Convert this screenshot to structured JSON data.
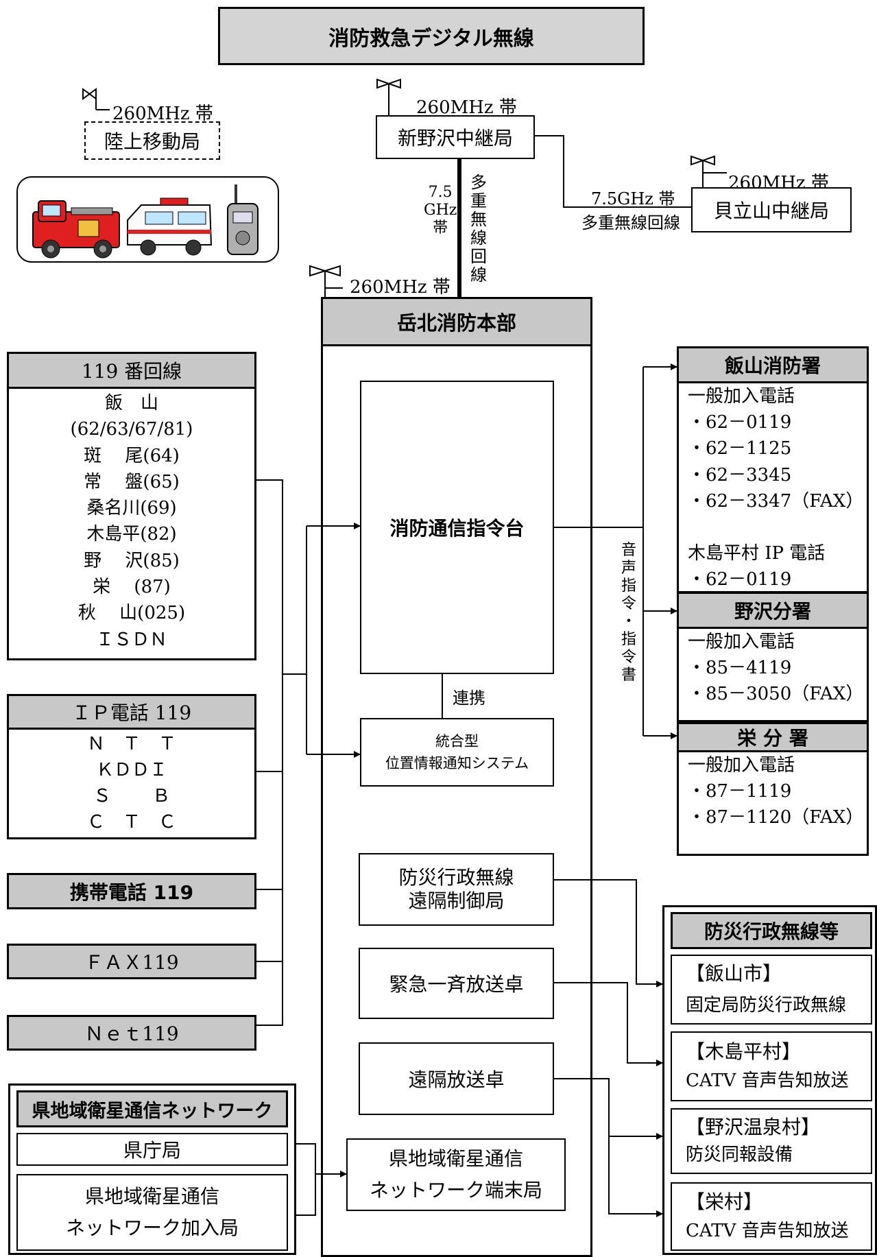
{
  "title": "消防救急デジタル無線",
  "band_260": "260MHz 帯",
  "land_mobile": "陸上移動局",
  "shinnozawa": "新野沢中継局",
  "kaidateyama": "貝立山中継局",
  "link_75ghz": "7.5GHz 帯",
  "link_multiplex": "多重無線回線",
  "vert_band": [
    "7.5",
    "GHz",
    "帯"
  ],
  "vert_multiplex": [
    "多",
    "重",
    "無",
    "線",
    "回",
    "線"
  ],
  "hq": {
    "title": "岳北消防本部",
    "command": "消防通信指令台",
    "link_label": "連携",
    "location_system": [
      "統合型",
      "位置情報通知システム"
    ],
    "disaster_remote": [
      "防災行政無線",
      "遠隔制御局"
    ],
    "emergency_broadcast": "緊急一斉放送卓",
    "remote_broadcast": "遠隔放送卓",
    "satellite_terminal": [
      "県地域衛星通信",
      "ネットワーク端末局"
    ]
  },
  "line119": {
    "title": "119 番回線",
    "items": [
      "飯　山",
      "(62/63/67/81)",
      "斑　 尾(64)",
      "常　 盤(65)",
      "桑名川(69)",
      "木島平(82)",
      "野　 沢(85)",
      "栄　 (87)",
      "秋　 山(025)",
      "ＩＳＤＮ"
    ]
  },
  "ip119": {
    "title": "ＩＰ電話 119",
    "items": [
      "Ｎ　Ｔ　Ｔ",
      "ＫＤＤＩ",
      "Ｓ　　 Ｂ",
      "Ｃ　Ｔ　Ｃ"
    ]
  },
  "mobile119": "携帯電話 119",
  "fax119": "ＦＡＸ119",
  "net119": "Ｎｅｔ119",
  "satellite_network": {
    "title": "県地域衛星通信ネットワーク",
    "prefecture": "県庁局",
    "member": [
      "県地域衛星通信",
      "ネットワーク加入局"
    ]
  },
  "voice_command": [
    "音",
    "声",
    "指",
    "令",
    "・",
    "指",
    "令",
    "書"
  ],
  "iiyama_station": {
    "title": "飯山消防署",
    "lines": [
      "一般加入電話",
      "・62－0119",
      "・62－1125",
      "・62－3345",
      "・62－3347（FAX）",
      "",
      "木島平村 IP 電話",
      "・62－0119"
    ]
  },
  "nozawa_branch": {
    "title": "野沢分署",
    "lines": [
      "一般加入電話",
      "・85－4119",
      "・85－3050（FAX）"
    ]
  },
  "sakae_branch": {
    "title": "栄 分 署",
    "lines": [
      "一般加入電話",
      "・87－1119",
      "・87－1120（FAX）"
    ]
  },
  "disaster_radio": {
    "title": "防災行政無線等",
    "iiyama": [
      "【飯山市】",
      "固定局防災行政無線"
    ],
    "kijimadaira": [
      "【木島平村】",
      "CATV 音声告知放送"
    ],
    "nozawaonsen": [
      "【野沢温泉村】",
      "防災同報設備"
    ],
    "sakae": [
      "【栄村】",
      "CATV 音声告知放送"
    ]
  }
}
